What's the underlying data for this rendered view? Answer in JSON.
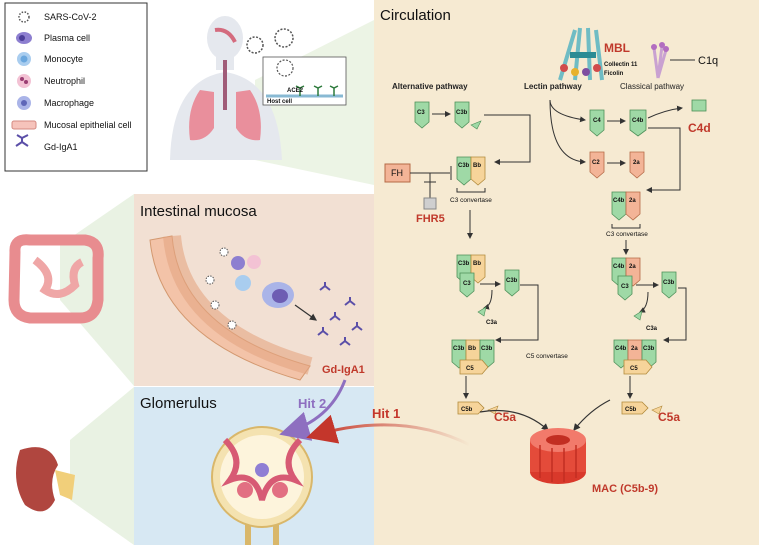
{
  "legend": {
    "items": [
      {
        "label": "SARS-CoV-2",
        "icon": "virus-icon"
      },
      {
        "label": "Plasma cell",
        "icon": "plasma-cell-icon"
      },
      {
        "label": "Monocyte",
        "icon": "monocyte-icon"
      },
      {
        "label": "Neutrophil",
        "icon": "neutrophil-icon"
      },
      {
        "label": "Macrophage",
        "icon": "macrophage-icon"
      },
      {
        "label": "Mucosal epithelial cell",
        "icon": "epithelial-cell-icon"
      },
      {
        "label": "Gd-IgA1",
        "icon": "igA-icon"
      }
    ]
  },
  "respiratory": {
    "ace2": "ACE2",
    "host_cell": "Host cell"
  },
  "sections": {
    "circulation": "Circulation",
    "intestinal": "Intestinal mucosa",
    "glomerulus": "Glomerulus"
  },
  "pathways": {
    "alternative": "Alternative pathway",
    "lectin": "Lectin pathway",
    "classical": "Classical pathway"
  },
  "lectin_labels": {
    "mbl": "MBL",
    "collectin": "Collectin 11",
    "ficolin": "Ficolin",
    "c1q": "C1q"
  },
  "components": {
    "c3": "C3",
    "c3b": "C3b",
    "bb": "Bb",
    "c3a": "C3a",
    "c5": "C5",
    "c5b": "C5b",
    "c5a": "C5a",
    "c4": "C4",
    "c4b": "C4b",
    "c4d": "C4d",
    "c2": "C2",
    "c2a": "2a",
    "fh": "FH",
    "fhr5": "FHR5"
  },
  "convertases": {
    "c3_alt": "C3 convertase",
    "c3_cls": "C3 convertase",
    "c5": "C5 convertase"
  },
  "mac": "MAC (C5b-9)",
  "gd_iga1": "Gd-IgA1",
  "hits": {
    "hit1": "Hit 1",
    "hit2": "Hit 2"
  },
  "colors": {
    "circulation_bg": "#f6ead2",
    "mucosa_bg": "#f2e0d3",
    "glomerulus_bg": "#d7e8f3",
    "green_block": "#9fd9a6",
    "tan_block": "#f6d49a",
    "salmon_block": "#f3b497",
    "red_label": "#c0392b",
    "hit1_arrow": "#c4362b",
    "hit2_arrow": "#8e6fc0"
  }
}
